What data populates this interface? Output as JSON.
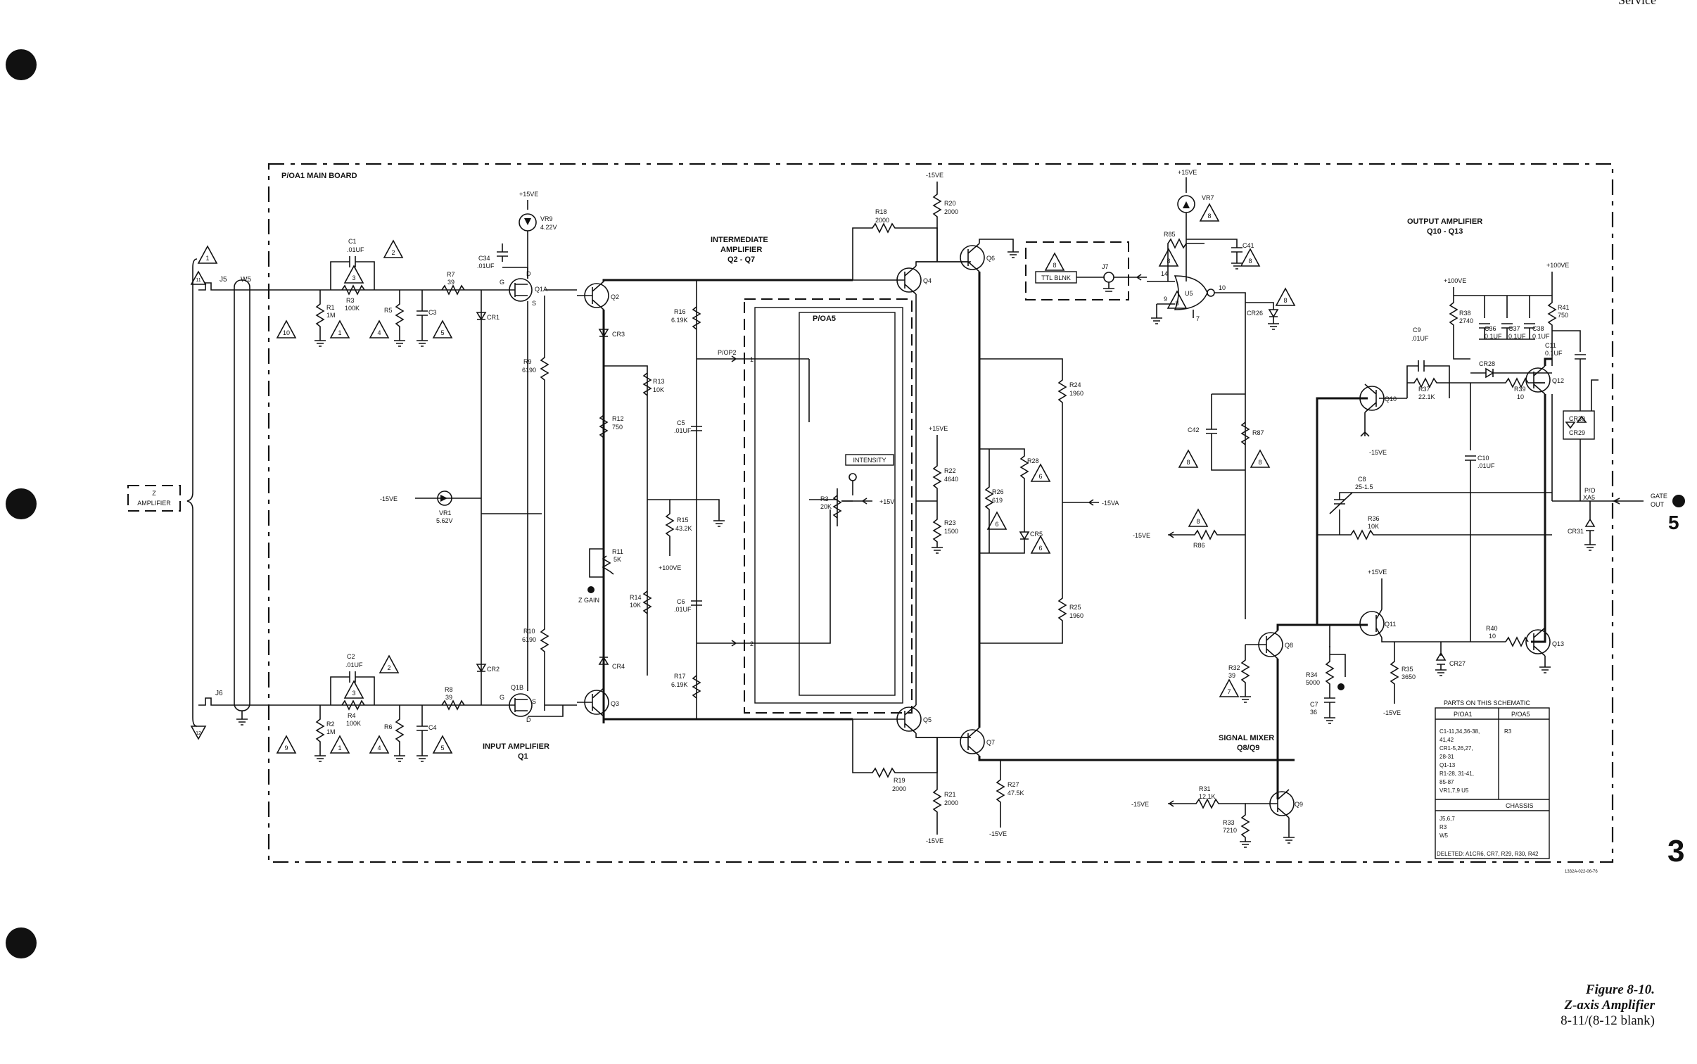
{
  "page": {
    "header_corner": "Service",
    "section_numbers": [
      "5",
      "3"
    ],
    "caption": {
      "figure": "Figure 8-10.",
      "title": "Z-axis Amplifier",
      "pages": "8-11/(8-12 blank)"
    },
    "drawing_number": "1332A-022-06-76"
  },
  "blocks": {
    "main_board": "P/OA1 MAIN BOARD",
    "oa5": "P/OA5",
    "input_amp": [
      "INPUT AMPLIFIER",
      "Q1"
    ],
    "intermediate_amp": [
      "INTERMEDIATE",
      "AMPLIFIER",
      "Q2 - Q7"
    ],
    "signal_mixer": [
      "SIGNAL MIXER",
      "Q8/Q9"
    ],
    "output_amp": [
      "OUTPUT AMPLIFIER",
      "Q10 - Q13"
    ],
    "z_amp": [
      "Z",
      "AMPLIFIER"
    ],
    "gate_out": [
      "GATE",
      "OUT"
    ],
    "xa5": [
      "P/O",
      "XA5"
    ],
    "ttl_blnk": "TTL BLNK",
    "intensity": "INTENSITY",
    "z_gain": "Z GAIN",
    "p_op2": "P/OP2",
    "pin1": "1",
    "pin2": "2"
  },
  "connectors": {
    "j5": "J5",
    "j6": "J6",
    "j7": "J7",
    "w5": "W5"
  },
  "supplies": {
    "p15": "+15VE",
    "m15": "-15VE",
    "p100": "+100VE",
    "m15va": "-15VA",
    "p15v": "+15V"
  },
  "components": {
    "C1": [
      "C1",
      ".01UF"
    ],
    "C2": [
      "C2",
      ".01UF"
    ],
    "R3": [
      "R3",
      "100K"
    ],
    "R4": [
      "R4",
      "100K"
    ],
    "R1": [
      "R1",
      "1M"
    ],
    "R2": [
      "R2",
      "1M"
    ],
    "R5": [
      "R5"
    ],
    "R6": [
      "R6"
    ],
    "C3": [
      "C3"
    ],
    "C4": [
      "C4"
    ],
    "R7": [
      "R7",
      "39"
    ],
    "R8": [
      "R8",
      "39"
    ],
    "CR1": [
      "CR1"
    ],
    "CR2": [
      "CR2"
    ],
    "VR9": [
      "VR9",
      "4.22V"
    ],
    "C34": [
      "C34",
      ".01UF"
    ],
    "Q1A": [
      "Q1A"
    ],
    "Q1B": [
      "Q1B"
    ],
    "R9": [
      "R9",
      "6190"
    ],
    "R10": [
      "R10",
      "6190"
    ],
    "VR1": [
      "VR1",
      "5.62V"
    ],
    "Q2": [
      "Q2"
    ],
    "Q3": [
      "Q3"
    ],
    "CR3": [
      "CR3"
    ],
    "CR4": [
      "CR4"
    ],
    "R12": [
      "R12",
      "750"
    ],
    "R13": [
      "R13",
      "10K"
    ],
    "R11": [
      "R11",
      "5K"
    ],
    "R14": [
      "R14",
      "10K"
    ],
    "R15": [
      "R15",
      "43.2K"
    ],
    "R16": [
      "R16",
      "6.19K"
    ],
    "R17": [
      "R17",
      "6.19K"
    ],
    "C5": [
      "C5",
      ".01UF"
    ],
    "C6": [
      "C6",
      ".01UF"
    ],
    "R3A5": [
      "R3",
      "20K"
    ],
    "Q4": [
      "Q4"
    ],
    "Q5": [
      "Q5"
    ],
    "Q6": [
      "Q6"
    ],
    "Q7": [
      "Q7"
    ],
    "R18": [
      "R18",
      "2000"
    ],
    "R19": [
      "R19",
      "2000"
    ],
    "R20": [
      "R20",
      "2000"
    ],
    "R21": [
      "R21",
      "2000"
    ],
    "R22": [
      "R22",
      "4640"
    ],
    "R23": [
      "R23",
      "1500"
    ],
    "R26": [
      "R26",
      "619"
    ],
    "R28": [
      "R28"
    ],
    "CR5": [
      "CR5"
    ],
    "R24": [
      "R24",
      "1960"
    ],
    "R25": [
      "R25",
      "1960"
    ],
    "R27": [
      "R27",
      "47.5K"
    ],
    "VR7": [
      "VR7"
    ],
    "R85": [
      "R85"
    ],
    "C41": [
      "C41"
    ],
    "U5": [
      "U5"
    ],
    "CR26": [
      "CR26"
    ],
    "C42": [
      "C42"
    ],
    "R87": [
      "R87"
    ],
    "R86": [
      "R86"
    ],
    "Q8": [
      "Q8"
    ],
    "Q9": [
      "Q9"
    ],
    "R32": [
      "R32",
      "39"
    ],
    "R31": [
      "R31",
      "12.1K"
    ],
    "R33": [
      "R33",
      "7210"
    ],
    "R34": [
      "R34",
      "5000"
    ],
    "C7": [
      "C7",
      "36"
    ],
    "R35": [
      "R35",
      "3650"
    ],
    "CR27": [
      "CR27"
    ],
    "Q10": [
      "Q10"
    ],
    "Q11": [
      "Q11"
    ],
    "Q12": [
      "Q12"
    ],
    "Q13": [
      "Q13"
    ],
    "C9": [
      "C9",
      ".01UF"
    ],
    "R37": [
      "R37",
      "22.1K"
    ],
    "R39": [
      "R39",
      "10"
    ],
    "R40": [
      "R40",
      "10"
    ],
    "C8": [
      "C8",
      "25-1.5"
    ],
    "R36": [
      "R36",
      "10K"
    ],
    "C10": [
      "C10",
      ".01UF"
    ],
    "R38": [
      "R38",
      "2740"
    ],
    "C36": [
      "C36",
      "0.1UF"
    ],
    "C37": [
      "C37",
      "0.1UF"
    ],
    "C38": [
      "C38",
      "0.1UF"
    ],
    "R41": [
      "R41",
      "750"
    ],
    "C11": [
      "C11",
      "0.1UF"
    ],
    "CR28": [
      "CR28"
    ],
    "CR29": [
      "CR29"
    ],
    "CR30": [
      "CR30"
    ],
    "CR31": [
      "CR31"
    ]
  },
  "u5_pins": {
    "p14": "14",
    "p10": "10",
    "p9": "9",
    "p7": "7"
  },
  "fet_pins": {
    "g": "G",
    "d": "D",
    "s": "S"
  },
  "notes": [
    "1",
    "2",
    "3",
    "4",
    "5",
    "6",
    "7",
    "8",
    "9",
    "10",
    "11",
    "12"
  ],
  "parts_table": {
    "title": "PARTS ON THIS SCHEMATIC",
    "col1": "P/OA1",
    "col2": "P/OA5",
    "col1_lines": [
      "C1-11,34,36-38,",
      "41,42",
      "CR1-5,26,27,",
      "28-31",
      "Q1-13",
      "R1-28, 31-41,",
      "85-87",
      "VR1,7,9   U5"
    ],
    "col2_lines": [
      "R3"
    ],
    "chassis": "CHASSIS",
    "chassis_lines": [
      "J5,6,7",
      "R3",
      "W5"
    ],
    "deleted": "DELETED:  A1CR6, CR7, R29, R30, R42"
  }
}
